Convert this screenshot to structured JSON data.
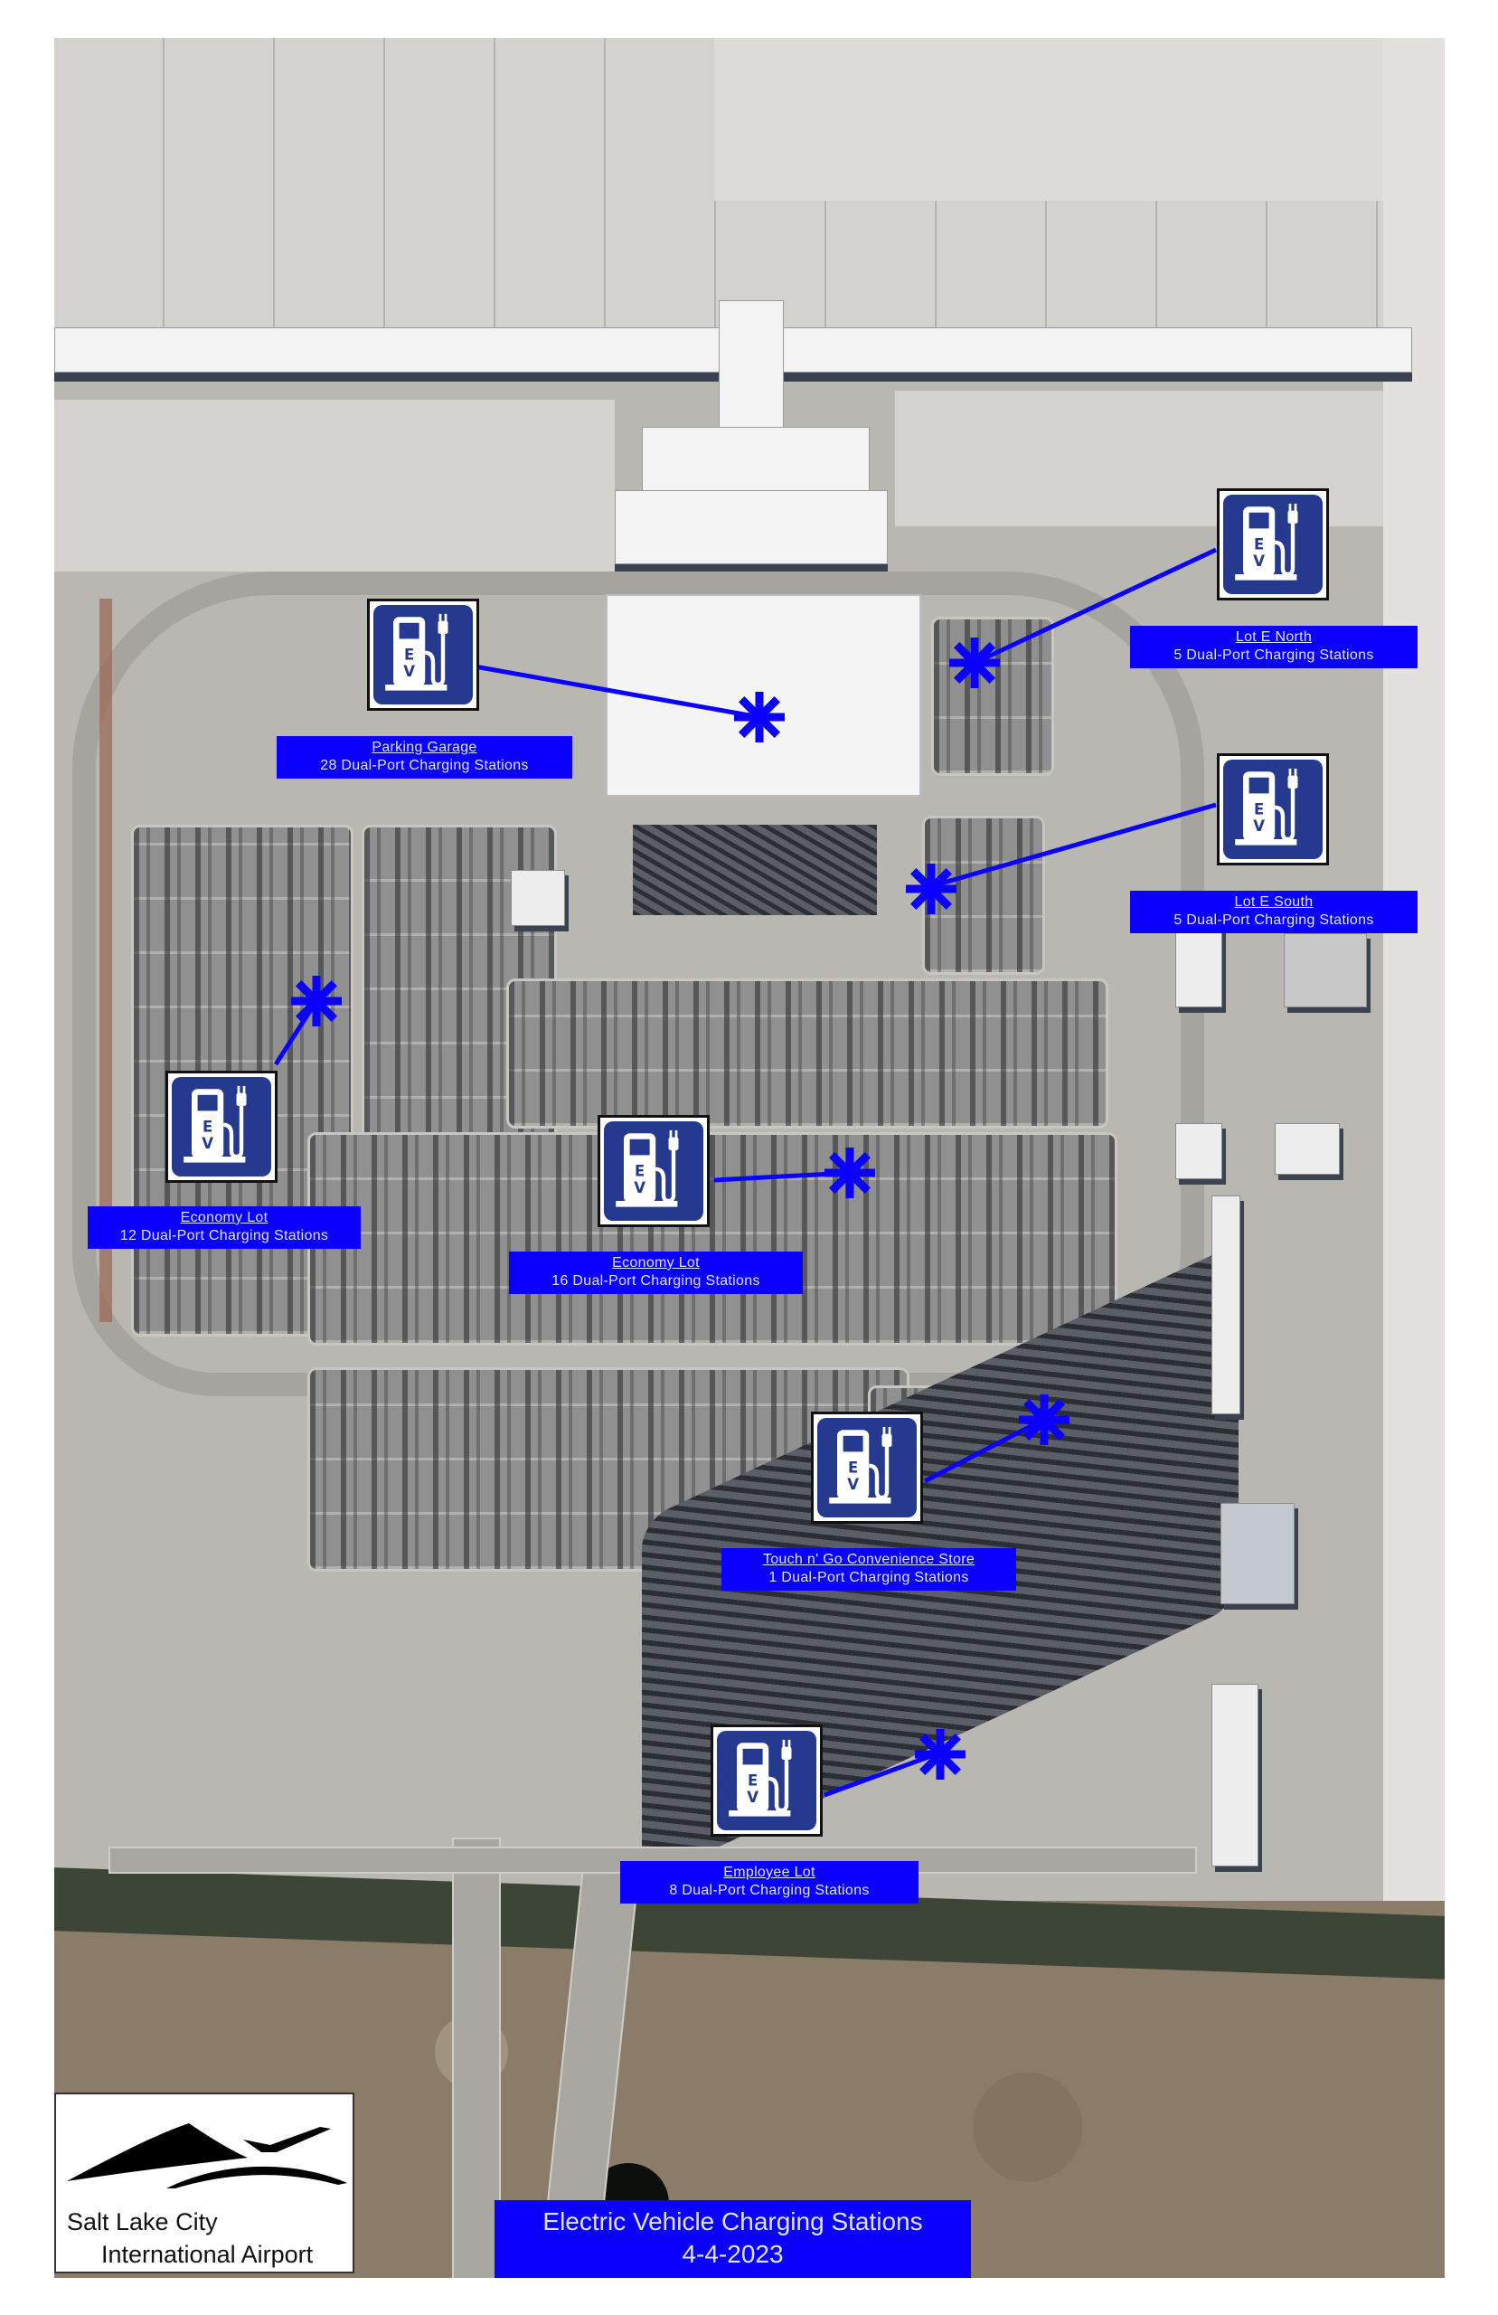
{
  "title": {
    "main": "Electric Vehicle Charging Stations",
    "date": "4-4-2023"
  },
  "logo": {
    "line1": "Salt Lake City",
    "line2": "International Airport",
    "icon": "mountain-airplane-logo"
  },
  "colors": {
    "label_bg": "#0a00fb",
    "label_text": "#dfe4ff",
    "marker": "#0a00fb",
    "ev_sign_bg": "#253a8f",
    "ev_sign_fg": "#ffffff"
  },
  "stations": [
    {
      "name": "Parking Garage",
      "count": "28 Dual-Port Charging Stations",
      "icon": "ev-charging-icon",
      "marker": "asterisk-marker"
    },
    {
      "name": "Lot E North",
      "count": "5 Dual-Port Charging Stations",
      "icon": "ev-charging-icon",
      "marker": "asterisk-marker"
    },
    {
      "name": "Lot E South",
      "count": "5 Dual-Port Charging Stations",
      "icon": "ev-charging-icon",
      "marker": "asterisk-marker"
    },
    {
      "name": "Economy Lot",
      "count": "12 Dual-Port Charging Stations",
      "icon": "ev-charging-icon",
      "marker": "asterisk-marker"
    },
    {
      "name": "Economy Lot",
      "count": "16 Dual-Port Charging Stations",
      "icon": "ev-charging-icon",
      "marker": "asterisk-marker"
    },
    {
      "name": "Touch n' Go Convenience Store",
      "count": "1 Dual-Port Charging Stations",
      "icon": "ev-charging-icon",
      "marker": "asterisk-marker"
    },
    {
      "name": "Employee Lot",
      "count": "8 Dual-Port Charging Stations",
      "icon": "ev-charging-icon",
      "marker": "asterisk-marker"
    }
  ],
  "ev_sign_text": {
    "e": "E",
    "v": "V"
  }
}
